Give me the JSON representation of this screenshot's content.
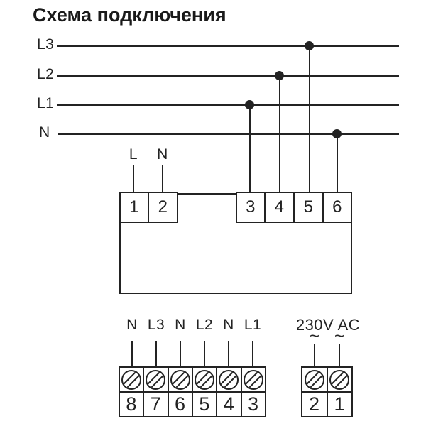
{
  "title": "Схема подключения",
  "colors": {
    "ink": "#232323",
    "background": "#ffffff"
  },
  "lines": [
    {
      "label": "L3"
    },
    {
      "label": "L2"
    },
    {
      "label": "L1"
    },
    {
      "label": "N"
    }
  ],
  "device": {
    "input_labels": [
      {
        "label": "L"
      },
      {
        "label": "N"
      }
    ],
    "terminals": [
      {
        "number": "1"
      },
      {
        "number": "2"
      },
      {
        "number": "3"
      },
      {
        "number": "4"
      },
      {
        "number": "5"
      },
      {
        "number": "6"
      }
    ]
  },
  "load_block": {
    "labels": [
      {
        "text": "N"
      },
      {
        "text": "L3"
      },
      {
        "text": "N"
      },
      {
        "text": "L2"
      },
      {
        "text": "N"
      },
      {
        "text": "L1"
      }
    ],
    "numbers": [
      {
        "text": "8"
      },
      {
        "text": "7"
      },
      {
        "text": "6"
      },
      {
        "text": "5"
      },
      {
        "text": "4"
      },
      {
        "text": "3"
      }
    ]
  },
  "power_block": {
    "label": "230V AC",
    "tildes": [
      {
        "text": "~"
      },
      {
        "text": "~"
      }
    ],
    "numbers": [
      {
        "text": "2"
      },
      {
        "text": "1"
      }
    ]
  }
}
